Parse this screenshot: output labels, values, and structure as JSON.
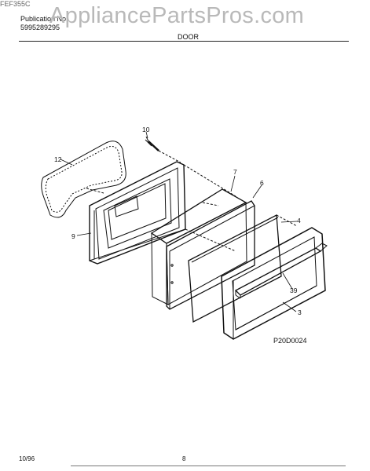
{
  "header": {
    "publication_label": "Publication No.",
    "publication_number": "5995289295",
    "watermark": "AppliancePartsPros.com",
    "model": "FEF355C",
    "section_title": "DOOR"
  },
  "callouts": {
    "c10": "10",
    "c12": "12",
    "c9": "9",
    "c7": "7",
    "c6": "6",
    "c4": "4",
    "c39": "39",
    "c3": "3"
  },
  "diagram_code": "P20D0024",
  "footer": {
    "date": "10/96",
    "page": "8"
  }
}
